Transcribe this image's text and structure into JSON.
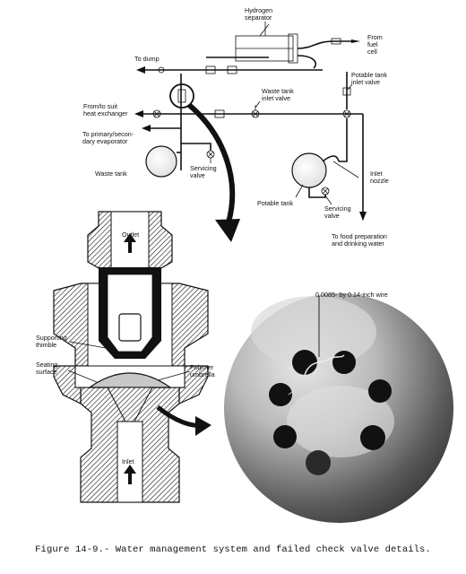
{
  "caption": "Figure 14-9.- Water management system and failed check valve details.",
  "schematic_labels": {
    "hydrogen_separator": [
      "Hydrogen",
      "separator"
    ],
    "from_fuel_cell": [
      "From",
      "fuel",
      "cell"
    ],
    "to_dump": "To dump",
    "potable_tank_inlet_valve": [
      "Potable tank",
      "inlet valve"
    ],
    "waste_tank_inlet_valve": [
      "Waste tank",
      "inlet valve"
    ],
    "from_to_suit_heat_exchanger": [
      "From/to suit",
      "heat exchanger"
    ],
    "to_primary_secondary_evaporator": [
      "To primary/secon-",
      "dary evaporator"
    ],
    "waste_tank": "Waste tank",
    "servicing_valve_left": [
      "Servicing",
      "valve"
    ],
    "inlet_nozzle": [
      "Inlet",
      "nozzle"
    ],
    "potable_tank": "Potable tank",
    "servicing_valve_right": [
      "Servicing",
      "valve"
    ],
    "to_food_preparation": [
      "To food preparation",
      "and drinking water"
    ]
  },
  "valve_labels": {
    "outlet": "Outlet",
    "inlet": "Inlet",
    "supporting_thimble": [
      "Supporting",
      "thimble"
    ],
    "seating_surface": [
      "Seating",
      "surface"
    ],
    "polymer_umbrella": [
      "Polymer",
      "umbrella"
    ]
  },
  "photo_labels": {
    "wire": "0.0085- by 0.14-inch wire"
  }
}
